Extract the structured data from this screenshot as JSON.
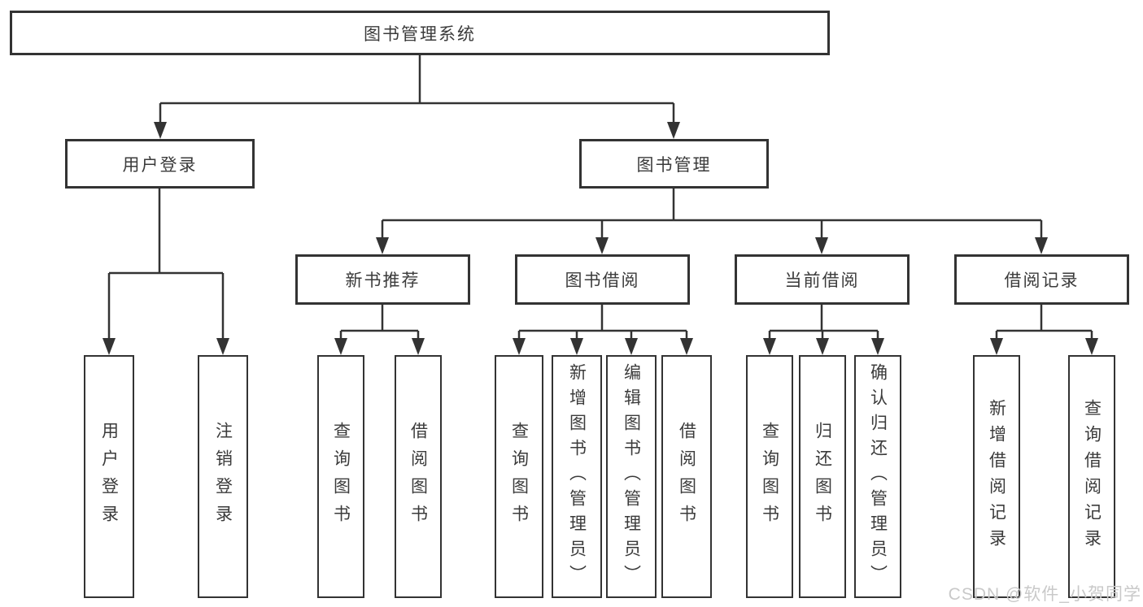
{
  "diagram": {
    "title_node": "图书管理系统",
    "branches": [
      {
        "id": "user-login",
        "label": "用户登录",
        "children": [
          "用户登录",
          "注销登录"
        ]
      },
      {
        "id": "book-management",
        "label": "图书管理",
        "groups": [
          {
            "label": "新书推荐",
            "children": [
              "查询图书",
              "借阅图书"
            ]
          },
          {
            "label": "图书借阅",
            "children": [
              "查询图书",
              "新增图书（管理员）",
              "编辑图书（管理员）",
              "借阅图书"
            ]
          },
          {
            "label": "当前借阅",
            "children": [
              "查询图书",
              "归还图书",
              "确认归还（管理员）"
            ]
          },
          {
            "label": "借阅记录",
            "children": [
              "新增借阅记录",
              "查询借阅记录"
            ]
          }
        ]
      }
    ]
  },
  "watermark": "CSDN @软件_小贺同学",
  "colors": {
    "line": "#333333",
    "text": "#3b3b3b",
    "background": "#ffffff",
    "watermark": "#c9c9c9"
  }
}
